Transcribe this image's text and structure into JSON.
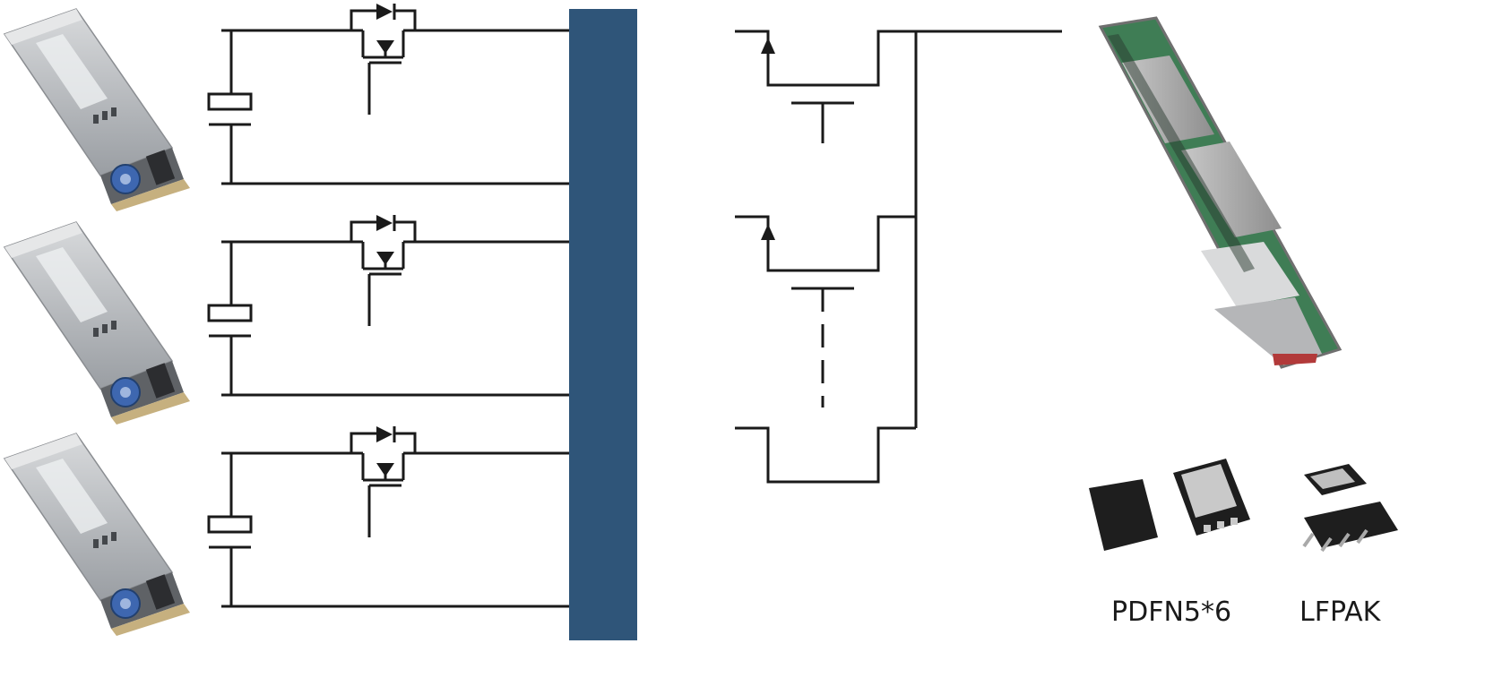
{
  "colors": {
    "wire": "#1a1a1a",
    "bus_bar": "#2f5579",
    "psu_body": "#b9bcc0",
    "psu_end": "#d2b98c",
    "fan_blue": "#3e67b0",
    "server_board": "#3f7d55",
    "chip_dark": "#1e1e1e",
    "chip_pad": "#c9c9c9"
  },
  "labels": {
    "package_a": "PDFN5*6",
    "package_b": "LFPAK"
  },
  "icons": {
    "psu": "power-supply-unit",
    "server": "server-blade",
    "package_a": "pdfn-chip",
    "package_b": "lfpak-chip"
  }
}
